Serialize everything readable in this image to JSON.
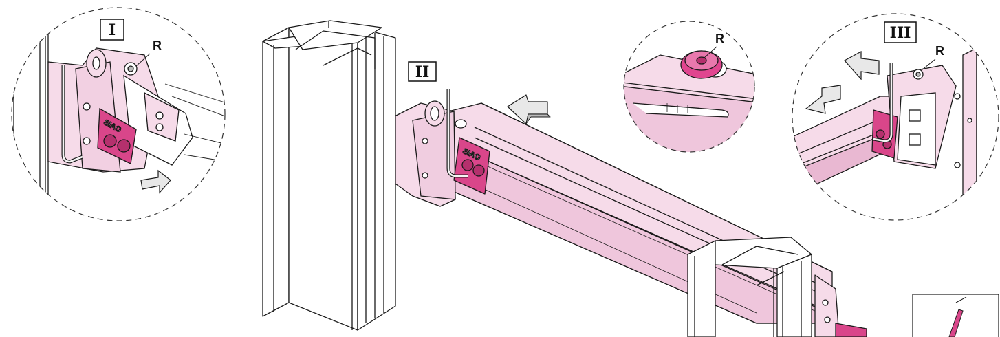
{
  "labels": {
    "step_1": "I",
    "step_2": "II",
    "step_3": "III",
    "screw_ref_1": "R",
    "screw_ref_2": "R",
    "screw_ref_3": "R",
    "brand_mark": "SIAO"
  },
  "colors": {
    "profile_pink": "#f6dbe9",
    "profile_pink_dark": "#e9b8d2",
    "clip_magenta": "#d9468a",
    "clip_magenta_dark": "#b5306d",
    "screw_magenta": "#e0458f",
    "arrow_fill": "#e8e8e8",
    "line": "#1a1a1a",
    "detail_circle": "#333333"
  },
  "icons": {
    "arrow_in": "direction-arrow-icon",
    "hex_key": "hex-key-icon",
    "screw": "screw-icon"
  }
}
